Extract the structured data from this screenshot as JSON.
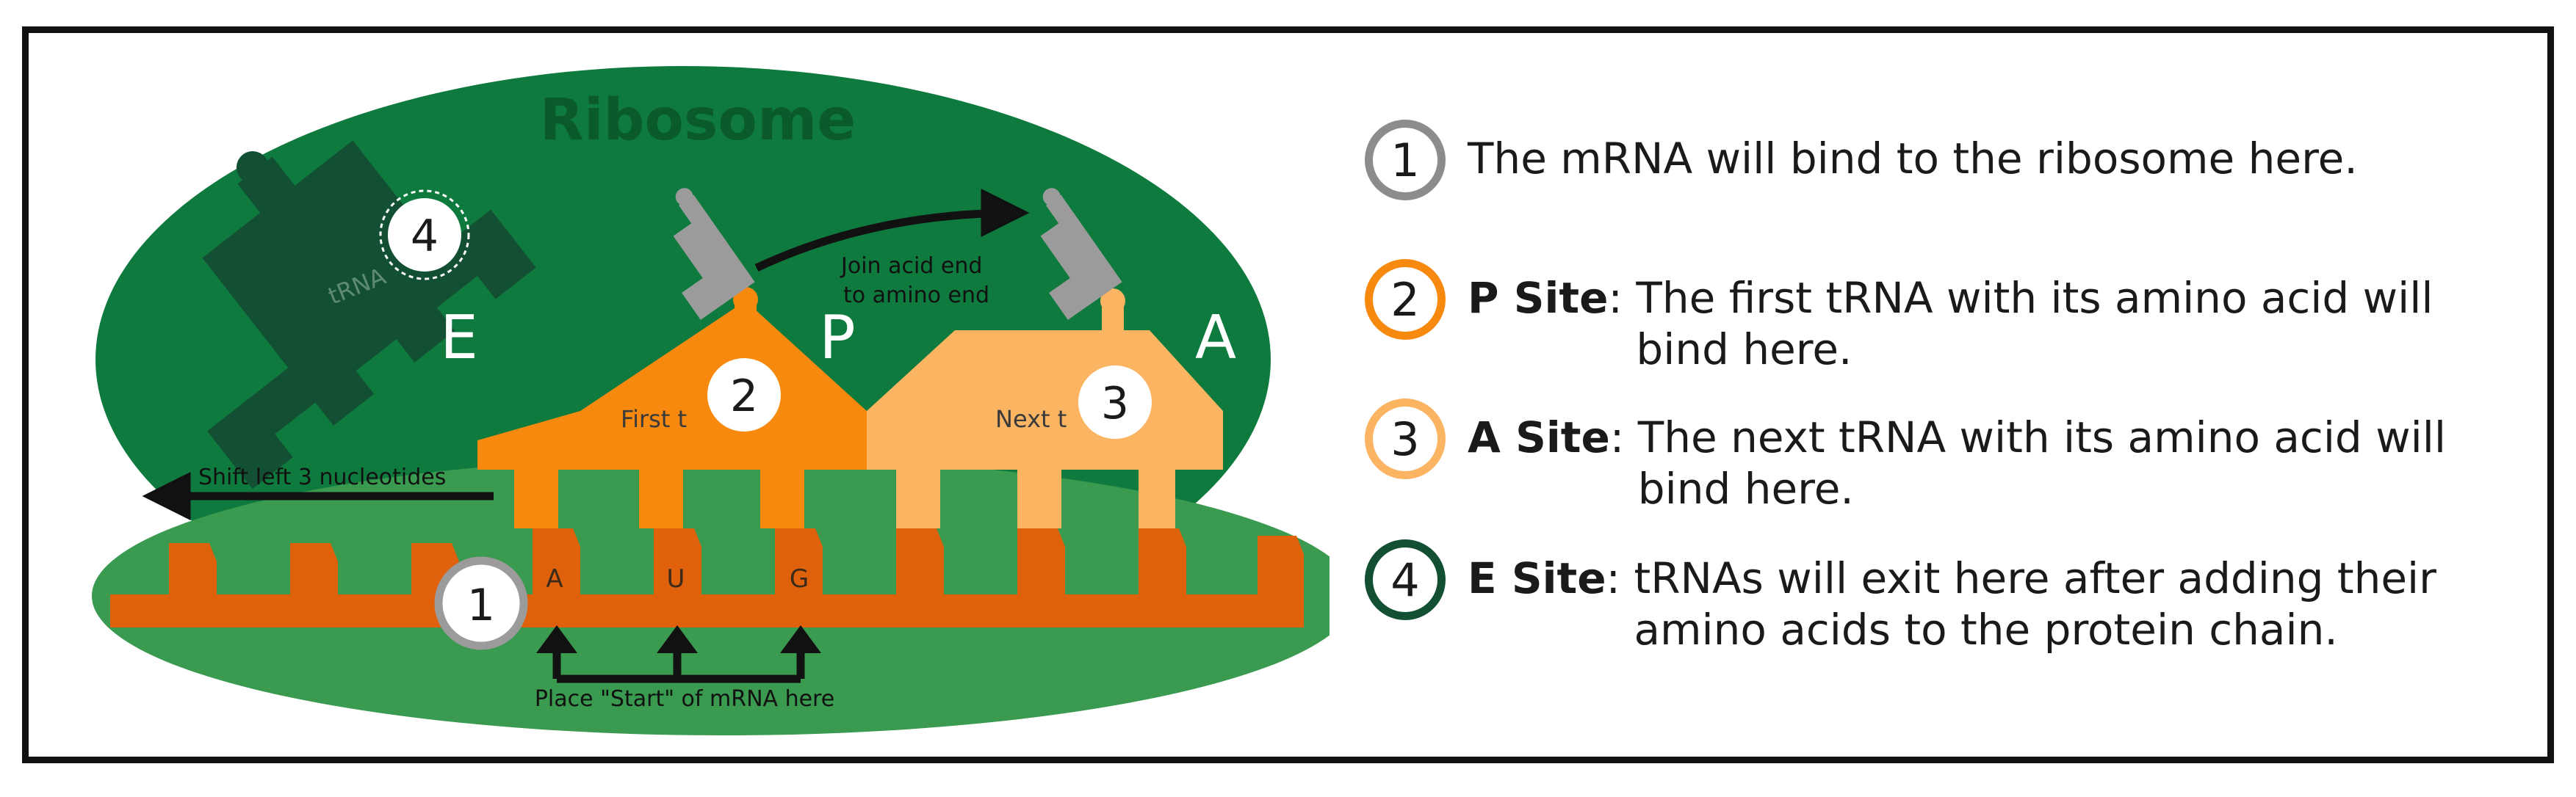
{
  "diagram": {
    "ribosome_title": "Ribosome",
    "site_letters": {
      "e": "E",
      "p": "P",
      "a": "A"
    },
    "trna_label": "tRNA",
    "p_trna_text": "First t",
    "a_trna_text": "Next t",
    "markers": {
      "one": "1",
      "two": "2",
      "three": "3",
      "four": "4"
    },
    "codons": [
      "A",
      "U",
      "G"
    ],
    "join_label_line1": "Join acid end",
    "join_label_line2": "to amino end",
    "shift_label": "Shift left 3 nucleotides",
    "start_label": "Place \"Start\" of mRNA here"
  },
  "legend": [
    {
      "number": "1",
      "label": "",
      "description": "The mRNA will bind to the ribosome here.",
      "color": "#8c8c8c"
    },
    {
      "number": "2",
      "label": "P Site",
      "description": "The first tRNA with its amino acid will bind here.",
      "color": "#f7890f"
    },
    {
      "number": "3",
      "label": "A Site",
      "description": "The next tRNA with its amino acid will bind here.",
      "color": "#fbb562"
    },
    {
      "number": "4",
      "label": "E Site",
      "description": "tRNAs will exit here after adding their amino acids to the protein chain.",
      "color": "#124f33"
    }
  ],
  "colors": {
    "ribosome_large": "#0f7a3e",
    "ribosome_small": "#3a9a4f",
    "mrna": "#e0610c",
    "p_trna": "#f7890f",
    "a_trna": "#fbb562",
    "e_trna": "#124f33",
    "amino_acid": "#9b9b9b"
  }
}
